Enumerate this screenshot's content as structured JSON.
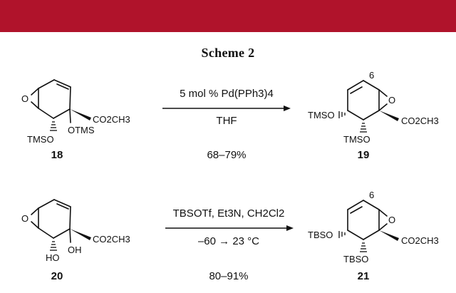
{
  "scheme": {
    "title": "Scheme 2",
    "reaction_1": {
      "reactant_id": "18",
      "product_id": "19",
      "conditions_above": "5 mol % Pd(PPh3)4",
      "conditions_below": "THF",
      "yield": "68–79%",
      "reactant_labels": {
        "epoxide_o": "O",
        "ester": "CO2CH3",
        "ring_otms": "OTMS",
        "side_otms": "TMSO"
      },
      "product_labels": {
        "position": "6",
        "epoxide_o": "O",
        "ester": "CO2CH3",
        "left_otms": "TMSO",
        "lower_otms": "TMSO"
      }
    },
    "reaction_2": {
      "reactant_id": "20",
      "product_id": "21",
      "conditions_above": "TBSOTf, Et3N, CH2Cl2",
      "conditions_below": "–60 → 23 °C",
      "yield": "80–91%",
      "reactant_labels": {
        "epoxide_o": "O",
        "ester": "CO2CH3",
        "ring_oh": "OH",
        "side_oh": "HO"
      },
      "product_labels": {
        "position": "6",
        "epoxide_o": "O",
        "ester": "CO2CH3",
        "left_otbs": "TBSO",
        "lower_otbs": "TBSO"
      }
    }
  }
}
